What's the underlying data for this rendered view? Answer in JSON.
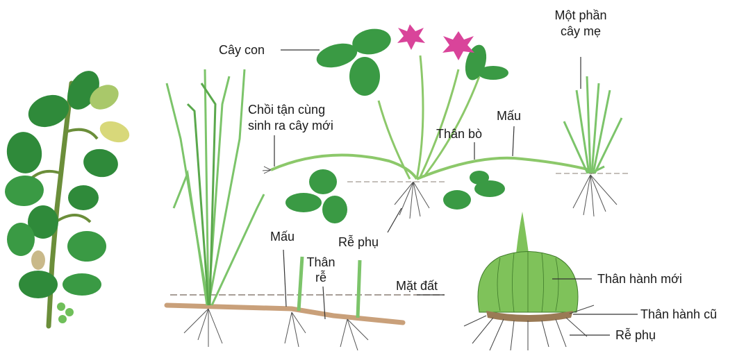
{
  "labels": {
    "cay_con": "Cây con",
    "choi_line1": "Chồi tận cùng",
    "choi_line2": "sinh ra cây mới",
    "mot_phan_line1": "Một phần",
    "mot_phan_line2": "cây mẹ",
    "mau_top": "Mấu",
    "than_bo": "Thân bò",
    "re_phu_strawberry": "Rễ phụ",
    "mau_bottom": "Mấu",
    "than_re_line1": "Thân",
    "than_re_line2": "rễ",
    "mat_dat": "Mặt đất",
    "than_hanh_moi": "Thân hành mới",
    "than_hanh_cu": "Thân hành cũ",
    "re_phu_bulb": "Rễ phụ"
  },
  "colors": {
    "leaf_dark": "#2f8a3a",
    "leaf_light": "#7cc46a",
    "stem": "#8cc86a",
    "rhizome": "#c9a07a",
    "bulb": "#7fc25a",
    "flower": "#d9449a",
    "root": "#555555",
    "soil": "#8a7f75"
  }
}
